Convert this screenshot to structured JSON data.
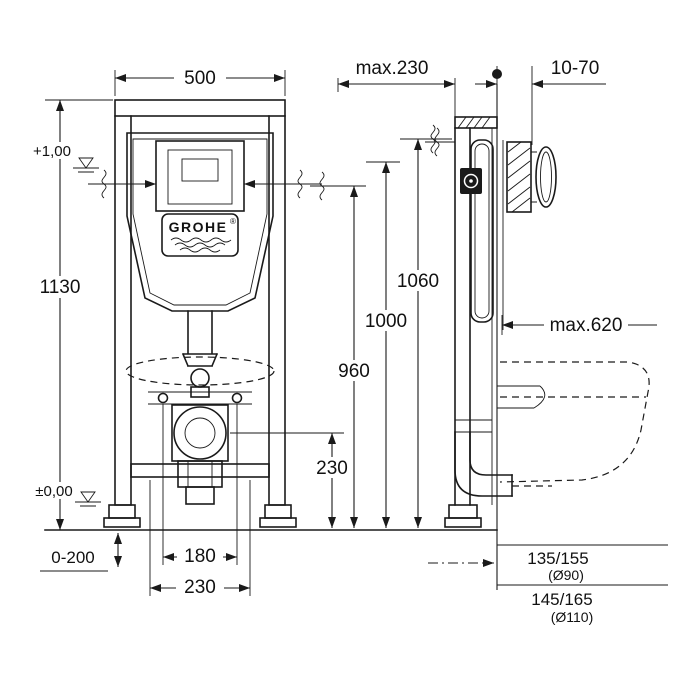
{
  "drawing": {
    "logo": {
      "brand": "GROHE",
      "registered": "®"
    },
    "front": {
      "dim_width": "500",
      "dim_height": "1130",
      "level_top": "+1,00",
      "level_floor": "±0,00",
      "dim_feet": "0-200",
      "dim_bolts": "180",
      "dim_base": "230",
      "dim_outlet_height": "230",
      "dim_960": "960",
      "dim_1000": "1000",
      "dim_1060": "1060"
    },
    "side": {
      "dim_depth": "max.230",
      "dim_wall": "10-70",
      "dim_bowl": "max.620",
      "drain_a": "135/155",
      "drain_a_dia": "(Ø90)",
      "drain_b": "145/165",
      "drain_b_dia": "(Ø110)"
    }
  }
}
